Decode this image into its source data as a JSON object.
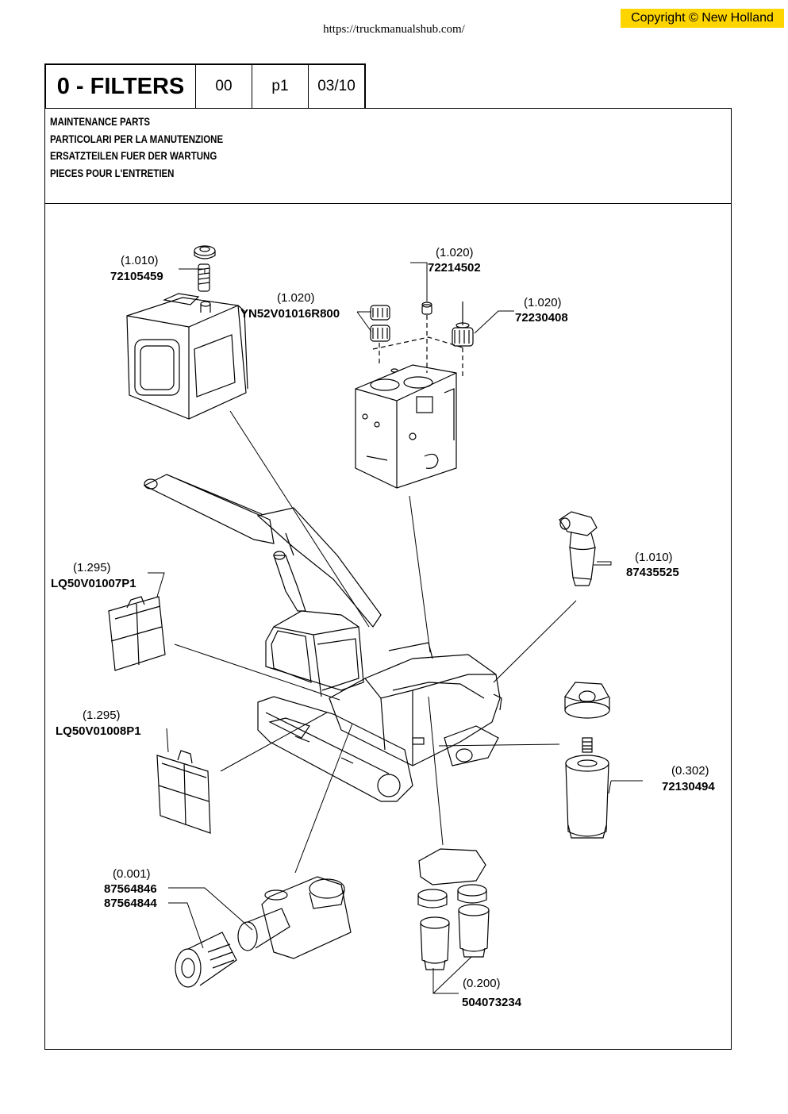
{
  "header": {
    "url": "https://truckmanualshub.com/",
    "copyright": "Copyright © New Holland",
    "title": "0 - FILTERS",
    "col2": "00",
    "col3": "p1",
    "col4": "03/10"
  },
  "description": {
    "line1": "MAINTENANCE PARTS",
    "line2": "PARTICOLARI PER LA MANUTENZIONE",
    "line3": "ERSATZTEILEN FUER DER WARTUNG",
    "line4": "PIECES POUR L'ENTRETIEN"
  },
  "callouts": [
    {
      "ref": "(1.010)",
      "part": "72105459"
    },
    {
      "ref": "(1.020)",
      "part": "YN52V01016R800"
    },
    {
      "ref": "(1.020)",
      "part": "72214502"
    },
    {
      "ref": "(1.020)",
      "part": "72230408"
    },
    {
      "ref": "(1.295)",
      "part": "LQ50V01007P1"
    },
    {
      "ref": "(1.010)",
      "part": "87435525"
    },
    {
      "ref": "(1.295)",
      "part": "LQ50V01008P1"
    },
    {
      "ref": "(0.302)",
      "part": "72130494"
    },
    {
      "ref": "(0.001)",
      "part": "87564846",
      "part2": "87564844"
    },
    {
      "ref": "(0.200)",
      "part": "504073234"
    }
  ]
}
